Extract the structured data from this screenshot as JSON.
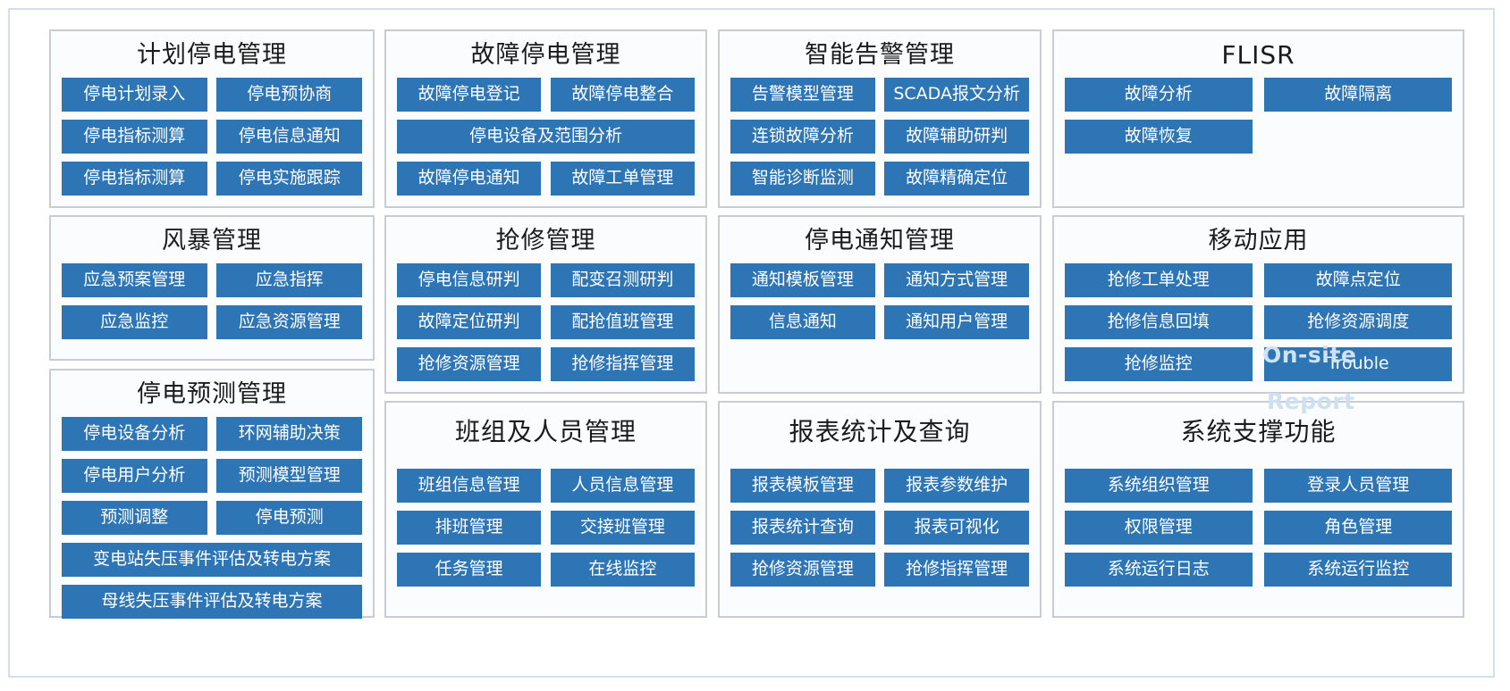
{
  "board": {
    "accent_color": "#2e75b6",
    "panel_border_color": "#c8cdd4",
    "frame_border_color": "#cfe0f5",
    "panel_bg": "#fbfcfd"
  },
  "panels": [
    {
      "id": "planned-outage-management",
      "title": "计划停电管理",
      "buttons": [
        {
          "label": "停电计划录入",
          "width": "half"
        },
        {
          "label": "停电预协商",
          "width": "half"
        },
        {
          "label": "停电指标测算",
          "width": "half"
        },
        {
          "label": "停电信息通知",
          "width": "half"
        },
        {
          "label": "停电指标测算",
          "width": "half"
        },
        {
          "label": "停电实施跟踪",
          "width": "half"
        }
      ]
    },
    {
      "id": "fault-outage-management",
      "title": "故障停电管理",
      "buttons": [
        {
          "label": "故障停电登记",
          "width": "half"
        },
        {
          "label": "故障停电整合",
          "width": "half"
        },
        {
          "label": "停电设备及范围分析",
          "width": "full"
        },
        {
          "label": "故障停电通知",
          "width": "half"
        },
        {
          "label": "故障工单管理",
          "width": "half"
        }
      ]
    },
    {
      "id": "intelligent-alarm-management",
      "title": "智能告警管理",
      "buttons": [
        {
          "label": "告警模型管理",
          "width": "half"
        },
        {
          "label": "SCADA报文分析",
          "width": "half"
        },
        {
          "label": "连锁故障分析",
          "width": "half"
        },
        {
          "label": "故障辅助研判",
          "width": "half"
        },
        {
          "label": "智能诊断监测",
          "width": "half"
        },
        {
          "label": "故障精确定位",
          "width": "half"
        }
      ]
    },
    {
      "id": "flisr",
      "title": "FLISR",
      "buttons": [
        {
          "label": "故障分析",
          "width": "half"
        },
        {
          "label": "故障隔离",
          "width": "half"
        },
        {
          "label": "故障恢复",
          "width": "half"
        }
      ]
    },
    {
      "id": "storm-management",
      "title": "风暴管理",
      "buttons": [
        {
          "label": "应急预案管理",
          "width": "half"
        },
        {
          "label": "应急指挥",
          "width": "half"
        },
        {
          "label": "应急监控",
          "width": "half"
        },
        {
          "label": "应急资源管理",
          "width": "half"
        }
      ]
    },
    {
      "id": "emergency-repair-management",
      "title": "抢修管理",
      "buttons": [
        {
          "label": "停电信息研判",
          "width": "half"
        },
        {
          "label": "配变召测研判",
          "width": "half"
        },
        {
          "label": "故障定位研判",
          "width": "half"
        },
        {
          "label": "配抢值班管理",
          "width": "half"
        },
        {
          "label": "抢修资源管理",
          "width": "half"
        },
        {
          "label": "抢修指挥管理",
          "width": "half"
        }
      ]
    },
    {
      "id": "outage-notification-management",
      "title": "停电通知管理",
      "buttons": [
        {
          "label": "通知模板管理",
          "width": "half"
        },
        {
          "label": "通知方式管理",
          "width": "half"
        },
        {
          "label": "信息通知",
          "width": "half"
        },
        {
          "label": "通知用户管理",
          "width": "half"
        }
      ]
    },
    {
      "id": "mobile-application",
      "title": "移动应用",
      "buttons": [
        {
          "label": "抢修工单处理",
          "width": "half"
        },
        {
          "label": "故障点定位",
          "width": "half"
        },
        {
          "label": "抢修信息回填",
          "width": "half"
        },
        {
          "label": "抢修资源调度",
          "width": "half"
        },
        {
          "label": "抢修监控",
          "width": "half"
        },
        {
          "label": "Trouble",
          "width": "half"
        }
      ]
    },
    {
      "id": "outage-prediction-management",
      "title": "停电预测管理",
      "buttons": [
        {
          "label": "停电设备分析",
          "width": "half"
        },
        {
          "label": "环网辅助决策",
          "width": "half"
        },
        {
          "label": "停电用户分析",
          "width": "half"
        },
        {
          "label": "预测模型管理",
          "width": "half"
        },
        {
          "label": "预测调整",
          "width": "half"
        },
        {
          "label": "停电预测",
          "width": "half"
        },
        {
          "label": "变电站失压事件评估及转电方案",
          "width": "full"
        },
        {
          "label": "母线失压事件评估及转电方案",
          "width": "full"
        }
      ]
    },
    {
      "id": "team-and-personnel-management",
      "title": "班组及人员管理",
      "buttons": [
        {
          "label": "班组信息管理",
          "width": "half"
        },
        {
          "label": "人员信息管理",
          "width": "half"
        },
        {
          "label": "排班管理",
          "width": "half"
        },
        {
          "label": "交接班管理",
          "width": "half"
        },
        {
          "label": "任务管理",
          "width": "half"
        },
        {
          "label": "在线监控",
          "width": "half"
        }
      ]
    },
    {
      "id": "report-statistics-and-query",
      "title": "报表统计及查询",
      "buttons": [
        {
          "label": "报表模板管理",
          "width": "half"
        },
        {
          "label": "报表参数维护",
          "width": "half"
        },
        {
          "label": "报表统计查询",
          "width": "half"
        },
        {
          "label": "报表可视化",
          "width": "half"
        },
        {
          "label": "抢修资源管理",
          "width": "half"
        },
        {
          "label": "抢修指挥管理",
          "width": "half"
        }
      ]
    },
    {
      "id": "system-support-functions",
      "title": "系统支撑功能",
      "buttons": [
        {
          "label": "系统组织管理",
          "width": "half"
        },
        {
          "label": "登录人员管理",
          "width": "half"
        },
        {
          "label": "权限管理",
          "width": "half"
        },
        {
          "label": "角色管理",
          "width": "half"
        },
        {
          "label": "系统运行日志",
          "width": "half"
        },
        {
          "label": "系统运行监控",
          "width": "half"
        }
      ]
    }
  ],
  "overlays": [
    {
      "id": "on-site",
      "text": "On-site"
    },
    {
      "id": "report",
      "text": "Report"
    }
  ]
}
